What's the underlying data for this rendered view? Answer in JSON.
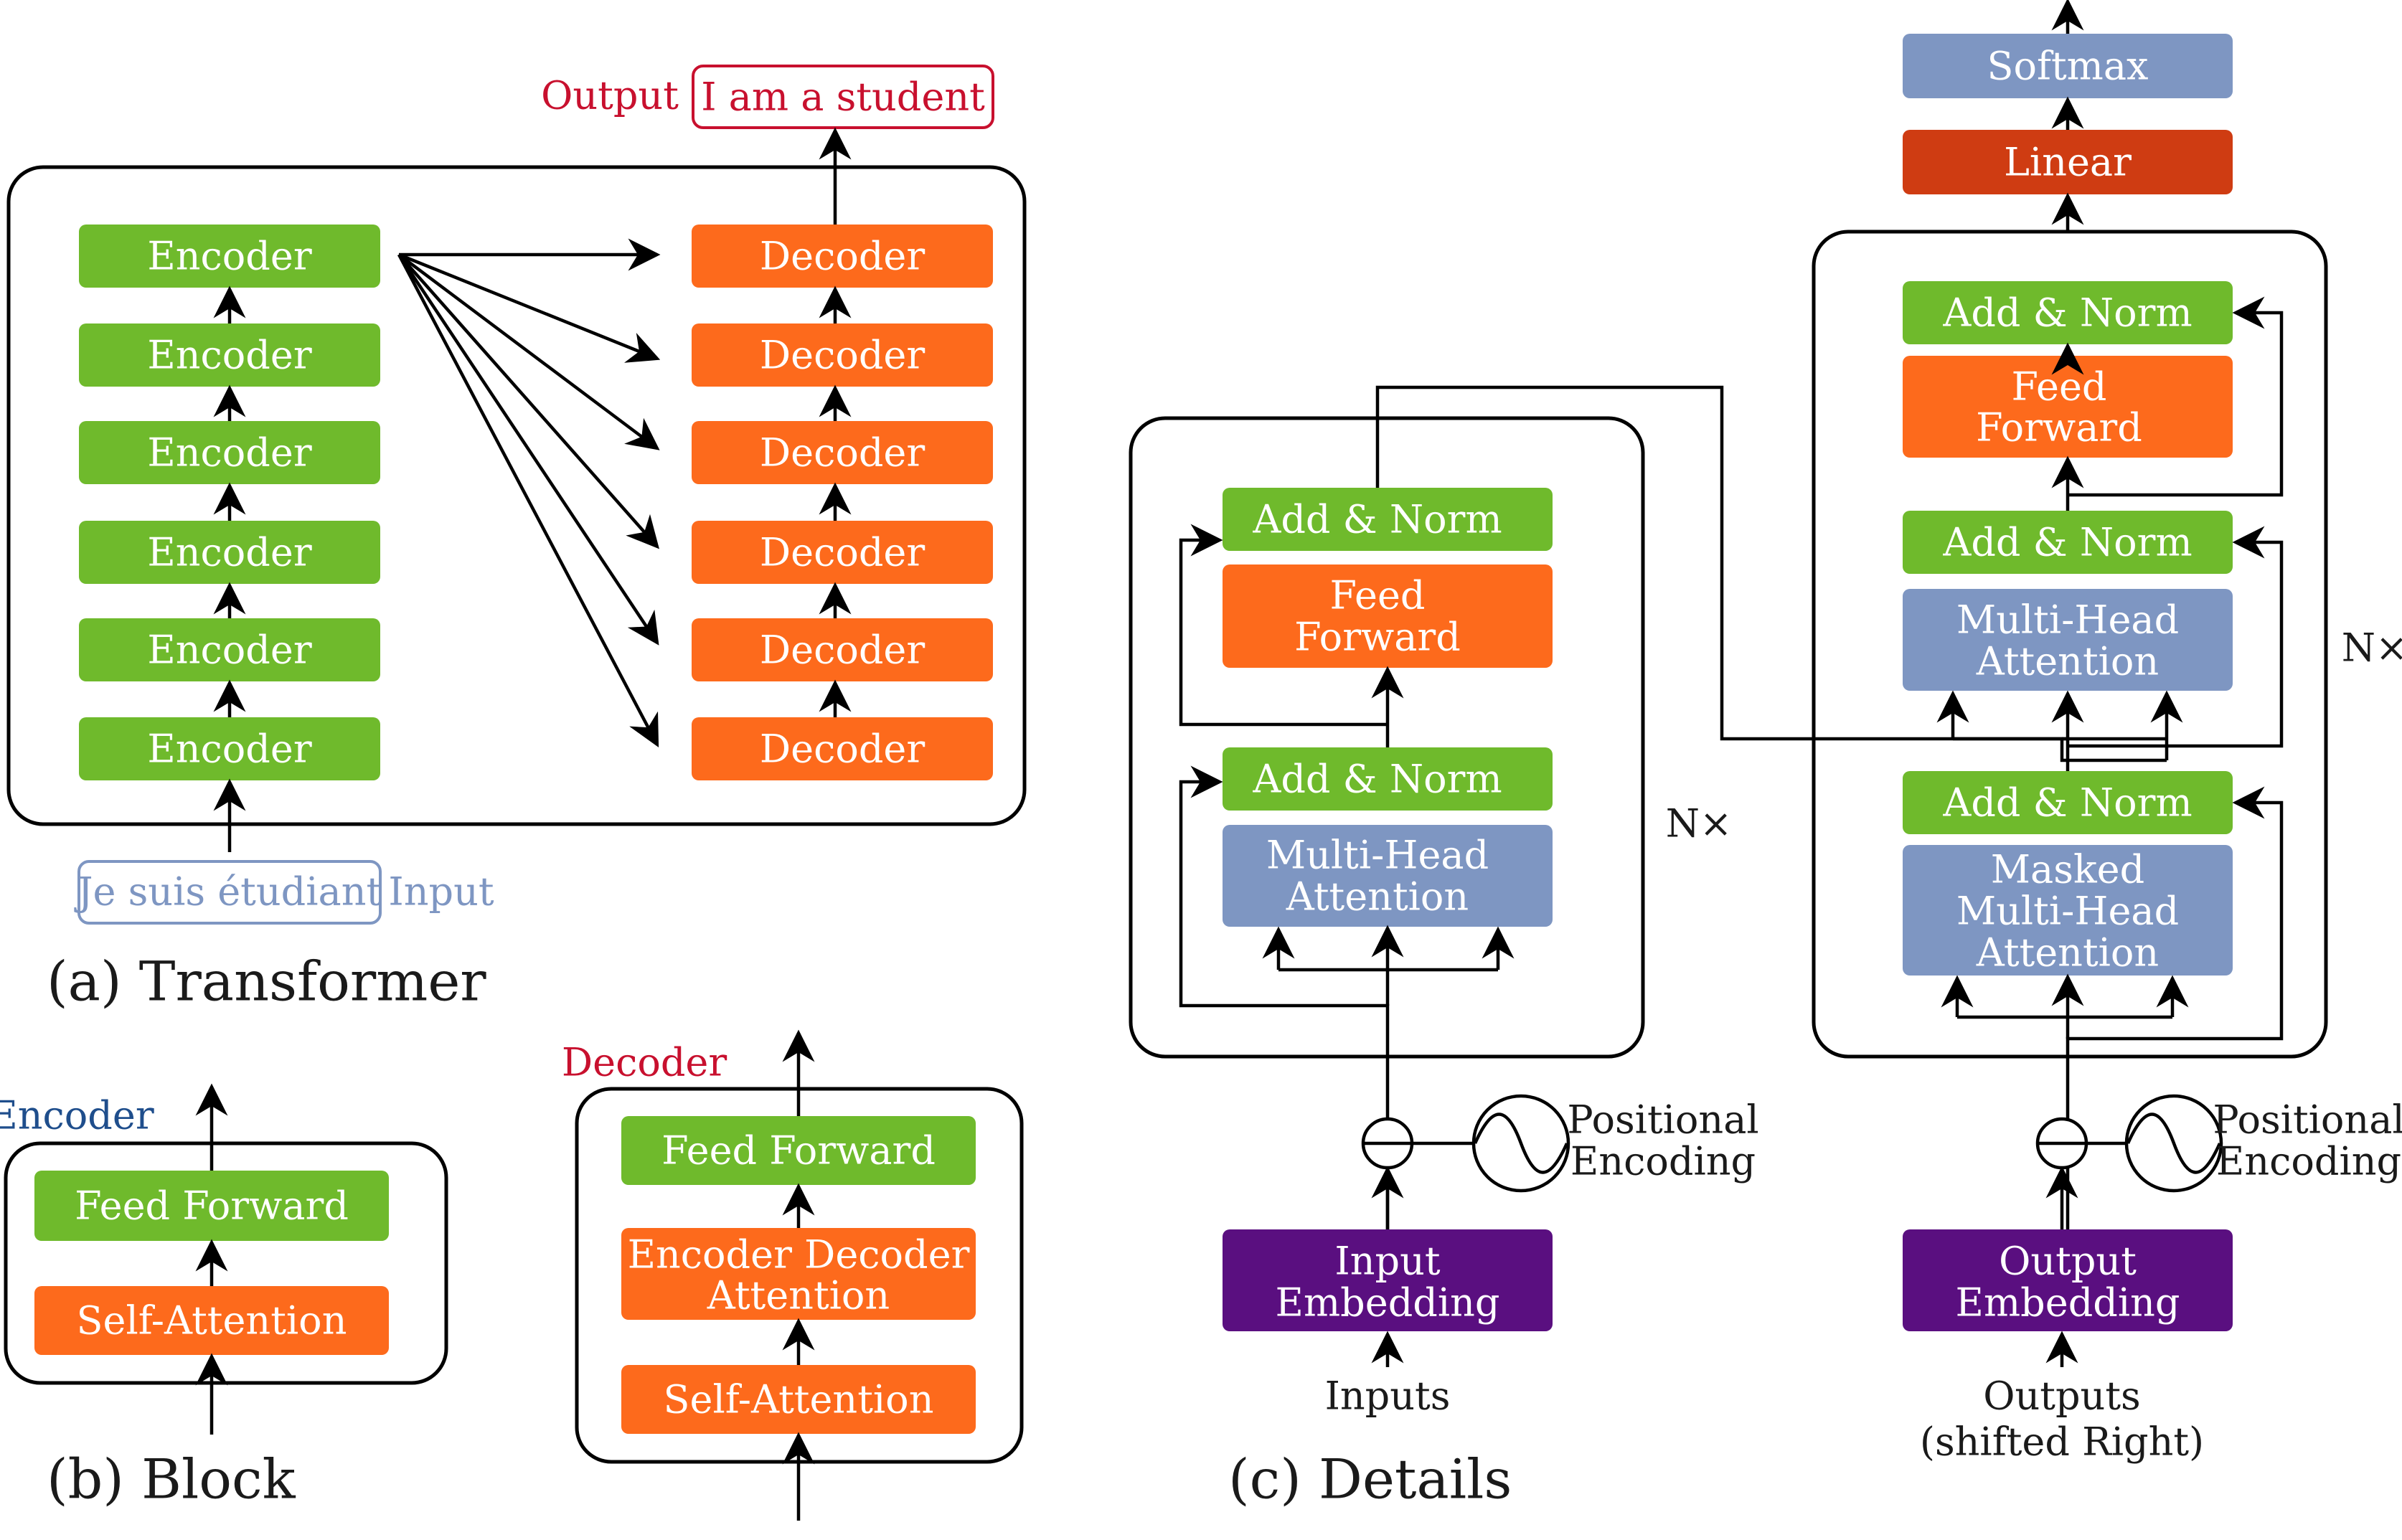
{
  "colors": {
    "encoder_green": "#6fba2c",
    "decoder_orange": "#fd6a1c",
    "attention_blue": "#7e96c2",
    "embedding_purple": "#5a0f80",
    "linear_red": "#cf3c12",
    "softmax_blue": "#7e96c2",
    "output_red": "#c8102e",
    "input_blue": "#7e96c2",
    "encoder_caption_blue": "#1f4e8c"
  },
  "panel_a": {
    "caption": "(a) Transformer",
    "output_label": "Output",
    "output_text": "I am a student",
    "input_text": "Je suis étudiant",
    "input_label": "Input",
    "encoders": [
      "Encoder",
      "Encoder",
      "Encoder",
      "Encoder",
      "Encoder",
      "Encoder"
    ],
    "decoders": [
      "Decoder",
      "Decoder",
      "Decoder",
      "Decoder",
      "Decoder",
      "Decoder"
    ]
  },
  "panel_b": {
    "caption": "(b) Block",
    "encoder_label": "Encoder",
    "encoder_ff": "Feed Forward",
    "encoder_sa": "Self-Attention",
    "decoder_label": "Decoder",
    "decoder_ff": "Feed Forward",
    "decoder_eda_1": "Encoder Decoder",
    "decoder_eda_2": "Attention",
    "decoder_sa": "Self-Attention"
  },
  "panel_c": {
    "caption": "(c) Details",
    "softmax": "Softmax",
    "linear": "Linear",
    "add_norm": "Add & Norm",
    "feed_1": "Feed",
    "feed_2": "Forward",
    "mha_1": "Multi-Head",
    "mha_2": "Attention",
    "masked": "Masked",
    "nx": "N×",
    "positional": "Positional",
    "encoding": "Encoding",
    "input_emb_1": "Input",
    "input_emb_2": "Embedding",
    "output_emb_1": "Output",
    "output_emb_2": "Embedding",
    "inputs": "Inputs",
    "outputs_1": "Outputs",
    "outputs_2": "(shifted Right)"
  }
}
